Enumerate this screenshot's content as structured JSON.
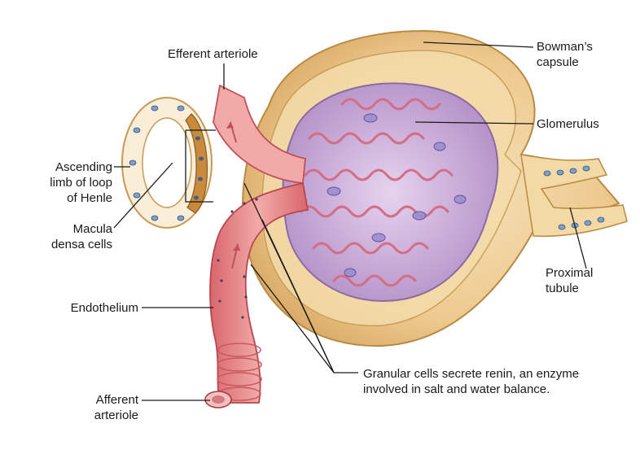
{
  "labels": {
    "efferent_arteriole": "Efferent arteriole",
    "bowmans_capsule": [
      "Bowman’s",
      "capsule"
    ],
    "glomerulus": "Glomerulus",
    "ascending_limb": [
      "Ascending",
      "limb of loop",
      "of Henle"
    ],
    "macula_densa": [
      "Macula",
      "densa cells"
    ],
    "proximal_tubule": [
      "Proximal",
      "tubule"
    ],
    "endothelium": "Endothelium",
    "granular_cells": [
      "Granular cells secrete renin, an enzyme",
      "involved in salt and water balance."
    ],
    "afferent_arteriole": [
      "Afferent",
      "arteriole"
    ]
  },
  "colors": {
    "capsule_fill": "#e9c384",
    "capsule_inner": "#f4dcaa",
    "capsule_edge": "#b98a45",
    "glomerulus_fill": "#c7a6d6",
    "glomerulus_loops": "#d9758e",
    "vessel": "#e7868a",
    "vessel_light": "#f4b5b2",
    "henle_fill": "#fbeed8",
    "macula": "#c98a3b",
    "nucleus": "#6f93c4"
  }
}
